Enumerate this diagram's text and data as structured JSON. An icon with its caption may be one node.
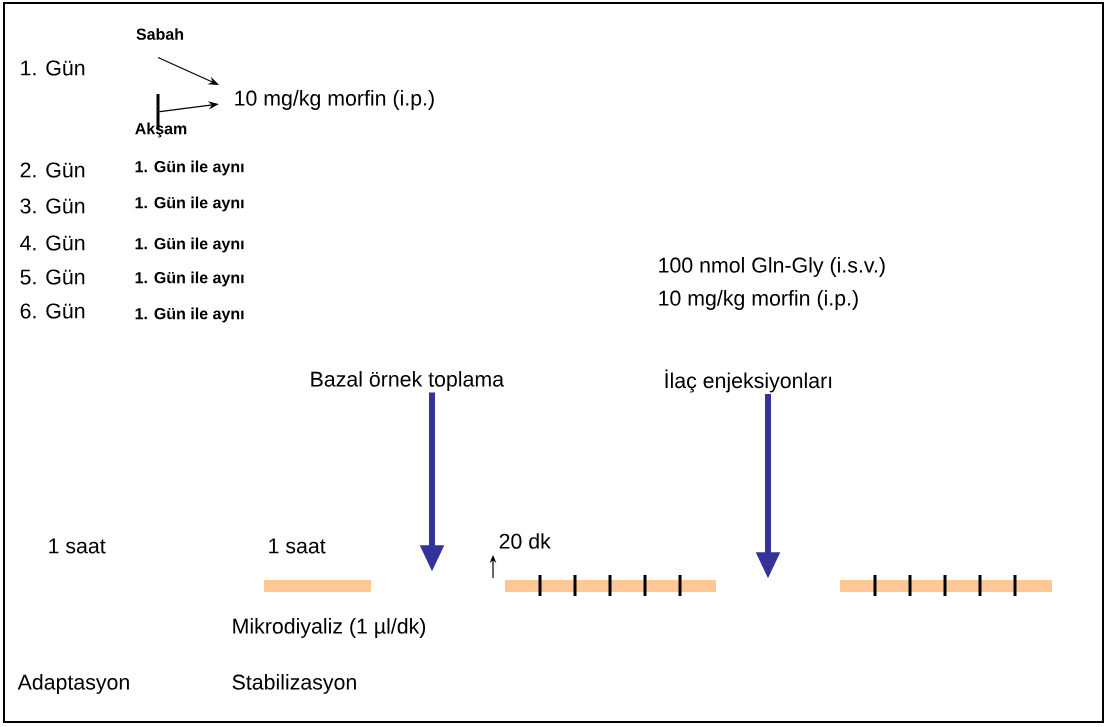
{
  "diagram": {
    "nodes": [
      {
        "text": [
          "Sabah"
        ]
      },
      {
        "text": [
          "10 mg/kg morfin (i.p.)"
        ]
      },
      {
        "text": [
          "Akşam"
        ]
      },
      {
        "text": [
          "Bazal örnek toplama"
        ]
      },
      {
        "text": [
          "İlaç enjeksiyonları"
        ]
      }
    ],
    "edges": [
      {
        "from": 0,
        "to": 1,
        "arrow": "to"
      },
      {
        "from": 2,
        "to": 1,
        "arrow": "to"
      },
      {
        "from": 3,
        "to": null,
        "arrow": "to",
        "style": "thick",
        "color": "#333399"
      },
      {
        "from": 4,
        "to": null,
        "arrow": "to",
        "style": "thick",
        "color": "#333399"
      }
    ],
    "labels": [
      "1. Gün",
      "2. Gün",
      "1. Gün ile aynı",
      "3. Gün",
      "1. Gün ile aynı",
      "4. Gün",
      "1. Gün ile aynı",
      "5. Gün",
      "1. Gün ile aynı",
      "6. Gün",
      "1. Gün ile aynı",
      "100 nmol Gln-Gly (i.s.v.)",
      "10 mg/kg morfin (i.p.)",
      "1 saat",
      "1 saat",
      "20 dk",
      "Mikrodiyaliz (1 µl/dk)",
      "Adaptasyon",
      "Stabilizasyon"
    ]
  }
}
